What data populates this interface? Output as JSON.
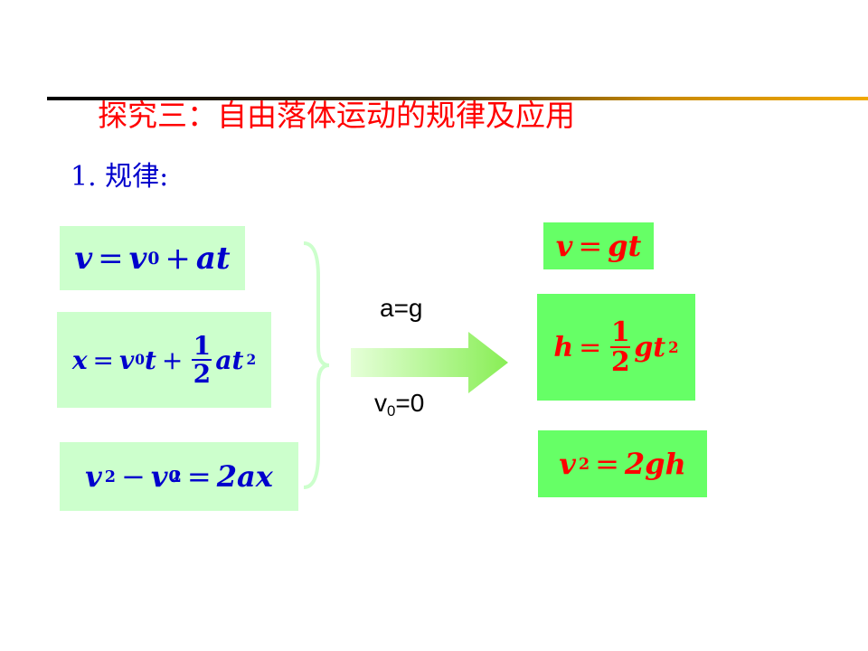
{
  "title": "探究三：自由落体运动的规律及应用",
  "subtitle": "1. 规律:",
  "conditions": {
    "a": "a=g",
    "v": "v",
    "v_sub": "0",
    "v_rest": "=0"
  },
  "general_equations": {
    "eq1": {
      "lhs": "v",
      "eq": "=",
      "v": "v",
      "sub": "0",
      "plus": "+",
      "term": "at"
    },
    "eq2": {
      "lhs": "x",
      "eq": "=",
      "v": "v",
      "sub": "0",
      "t": "t",
      "plus": "+",
      "num": "1",
      "den": "2",
      "term": "at",
      "sup": "2"
    },
    "eq3": {
      "lhs": "v",
      "sup1": "2",
      "minus": "−",
      "v": "v",
      "sub": "0",
      "sup2": "2",
      "eq": "=",
      "rhs": "2ax"
    }
  },
  "free_fall_equations": {
    "eq1": {
      "lhs": "v",
      "eq": "=",
      "rhs": "gt"
    },
    "eq2": {
      "lhs": "h",
      "eq": "=",
      "num": "1",
      "den": "2",
      "term": "gt",
      "sup": "2"
    },
    "eq3": {
      "lhs": "v",
      "sup": "2",
      "eq": "=",
      "rhs": "2gh"
    }
  },
  "colors": {
    "title": "#ff0000",
    "subtitle": "#0000cc",
    "left_box": "#ccffcc",
    "right_box": "#66ff66",
    "arrow": "#99ff66",
    "brace": "#ccffcc"
  }
}
